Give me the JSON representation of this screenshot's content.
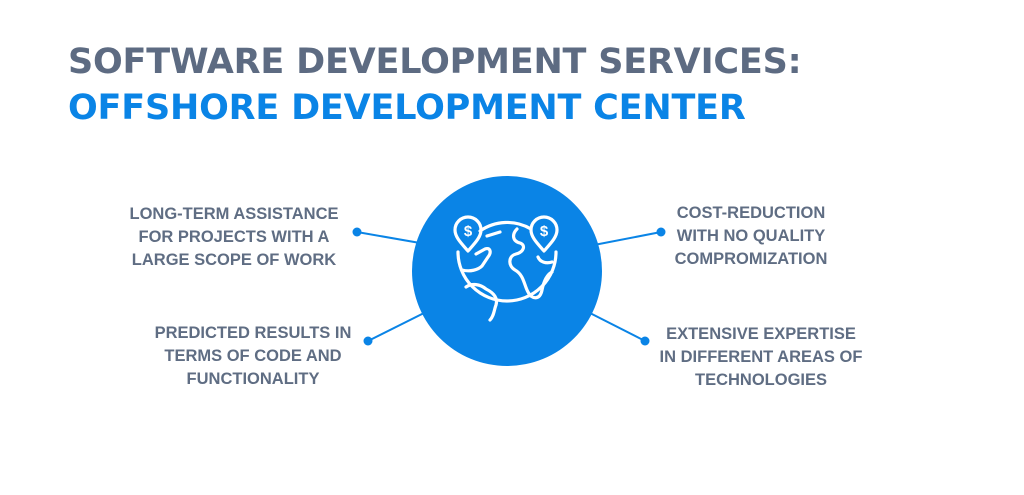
{
  "header": {
    "title_line1": "SOFTWARE DEVELOPMENT SERVICES:",
    "title_line2": "OFFSHORE DEVELOPMENT CENTER"
  },
  "center": {
    "icon": "globe-with-dollar-pins-icon"
  },
  "points": [
    {
      "position": "top-left",
      "lines": [
        "LONG-TERM ASSISTANCE",
        "FOR PROJECTS WITH A",
        "LARGE SCOPE OF WORK"
      ]
    },
    {
      "position": "top-right",
      "lines": [
        "COST-REDUCTION",
        "WITH NO QUALITY",
        "COMPROMIZATION"
      ]
    },
    {
      "position": "bottom-left",
      "lines": [
        "PREDICTED RESULTS IN",
        "TERMS OF CODE AND",
        "FUNCTIONALITY"
      ]
    },
    {
      "position": "bottom-right",
      "lines": [
        "EXTENSIVE EXPERTISE",
        "IN DIFFERENT AREAS OF",
        "TECHNOLOGIES"
      ]
    }
  ],
  "colors": {
    "title_gray": "#5d6b82",
    "accent_blue": "#0a84e6",
    "text_gray": "#5f6d83",
    "background": "#ffffff"
  }
}
